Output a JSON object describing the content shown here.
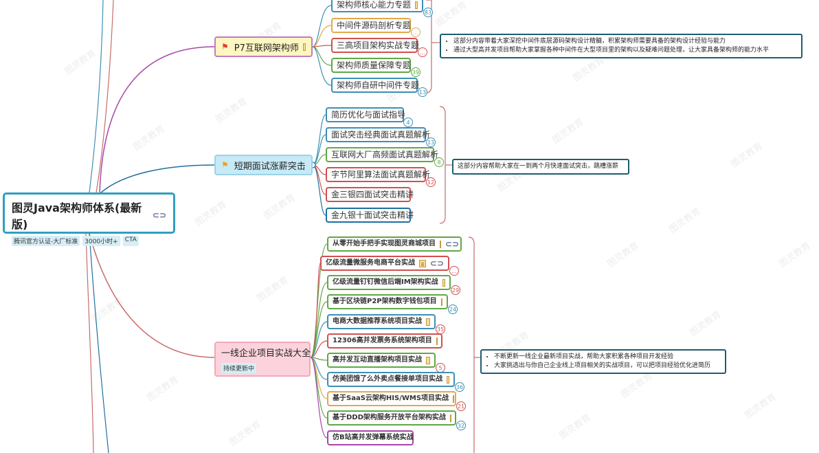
{
  "root": {
    "title": "图灵Java架构师体系(最新版)",
    "tags": [
      "腾讯官方认证-大厂标准",
      "3000小时+",
      "CTA"
    ]
  },
  "watermark_text": "图灵教育",
  "branches": {
    "p7": {
      "label": "P7互联网架构师",
      "children": [
        {
          "label": "架构师核心能力专题",
          "badge": "83"
        },
        {
          "label": "中间件源码剖析专题",
          "badge": "..."
        },
        {
          "label": "三高项目架构实战专题",
          "badge": "..."
        },
        {
          "label": "架构师质量保障专题",
          "badge": "39"
        },
        {
          "label": "架构师自研中间件专题",
          "badge": "13"
        }
      ],
      "summary": [
        "这部分内容带着大家深挖中间件底层源码架构设计精髓，积累架构师需要具备的架构设计经验与能力",
        "通过大型高并发项目帮助大家掌握各种中间件在大型项目里的架构以及疑难问题处理，让大家具备架构师的能力水平"
      ]
    },
    "interview": {
      "label": "短期面试涨薪突击",
      "children": [
        {
          "label": "简历优化与面试指导",
          "badge": "4"
        },
        {
          "label": "面试突击经典面试真题解析",
          "badge": "13"
        },
        {
          "label": "互联网大厂高频面试真题解析",
          "badge": "8"
        },
        {
          "label": "字节阿里算法面试真题解析",
          "badge": "12"
        },
        {
          "label": "金三银四面试突击精讲",
          "badge": ""
        },
        {
          "label": "金九银十面试突击精讲",
          "badge": ""
        }
      ],
      "summary": [
        "这部分内容帮助大家在一到两个月快速面试突击，跳槽涨薪"
      ]
    },
    "projects": {
      "label": "一线企业项目实战大全",
      "tag": "持续更新中",
      "children": [
        {
          "label": "从零开始手把手实现图灵商城项目",
          "badge": ""
        },
        {
          "label": "亿级流量微服务电商平台实战",
          "badge": "..."
        },
        {
          "label": "亿级流量钉钉微信后端IM架构实战",
          "badge": "29"
        },
        {
          "label": "基于区块链P2P架构数字钱包项目",
          "badge": "24"
        },
        {
          "label": "电商大数据推荐系统项目实战",
          "badge": "35"
        },
        {
          "label": "12306高并发票务系统架构项目",
          "badge": ""
        },
        {
          "label": "高并发互动直播架构项目实战",
          "badge": "5"
        },
        {
          "label": "仿美团饿了么外卖点餐接单项目实战",
          "badge": "36"
        },
        {
          "label": "基于SaaS云架构HIS/WMS项目实战",
          "badge": "21"
        },
        {
          "label": "基于DDD架构服务开放平台架构实战",
          "badge": "32"
        },
        {
          "label": "仿B站高并发弹幕系统实战",
          "badge": ""
        }
      ],
      "summary": [
        "不断更新一线企业最新项目实战，帮助大家积累各种项目开发经验",
        "大家挑选出与你自己企业线上项目相关的实战项目，可以把项目经验优化进简历"
      ]
    }
  },
  "colors": {
    "p7_branch": "#a845a8",
    "interview_branch": "#1f6e9e",
    "projects_branch": "#c96a6a",
    "root_border": "#2f9fc0",
    "summary_border": "#1e5d6e"
  },
  "icons": [
    "flag-icon",
    "note-icon",
    "link-icon"
  ]
}
